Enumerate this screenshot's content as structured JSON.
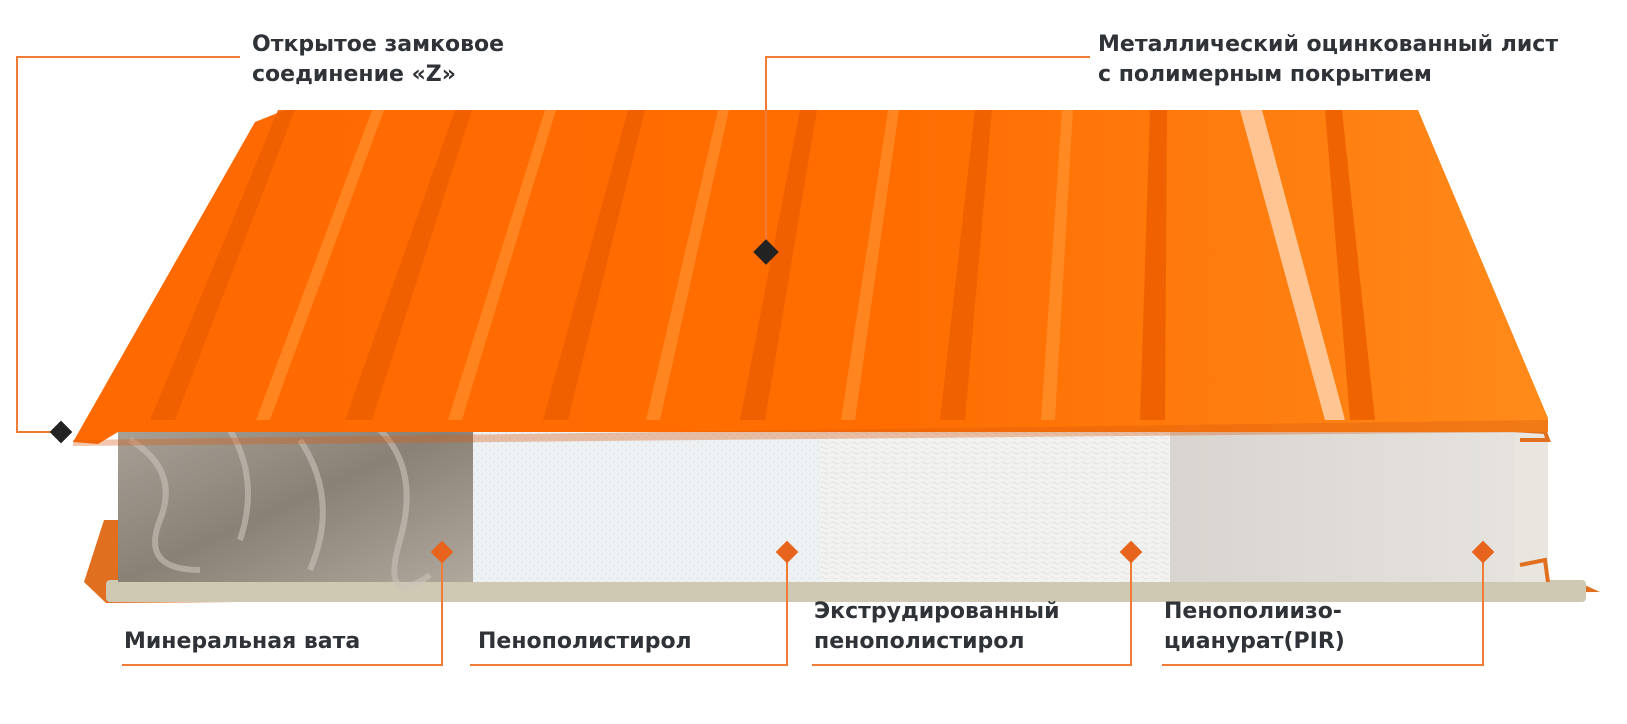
{
  "labels": {
    "lock": "Открытое замковое\nсоединение «Z»",
    "sheet": "Металлический оцинкованный лист\nс полимерным покрытием",
    "mineral_wool": "Минеральная вата",
    "eps": "Пенополистирол",
    "xps": "Экструдированный\nпенополистирол",
    "pir": "Пенополиизо-\nцианурат(PIR)"
  },
  "colors": {
    "surface": "#ff6a00",
    "surface_light": "#ff8a1a",
    "surface_dark": "#e85a00",
    "callout_line": "#f07b35",
    "callout_marker_orange": "#e8641c",
    "callout_marker_dark": "#222222",
    "mineral_wool": "#9b9287",
    "eps": "#eef1f3",
    "xps": "#f1f1f0",
    "pir": "#dcd8d3",
    "bottom_sheet": "#cfc9b4",
    "text": "#2f3338"
  },
  "icons": {
    "marker": "diamond-marker-icon"
  }
}
